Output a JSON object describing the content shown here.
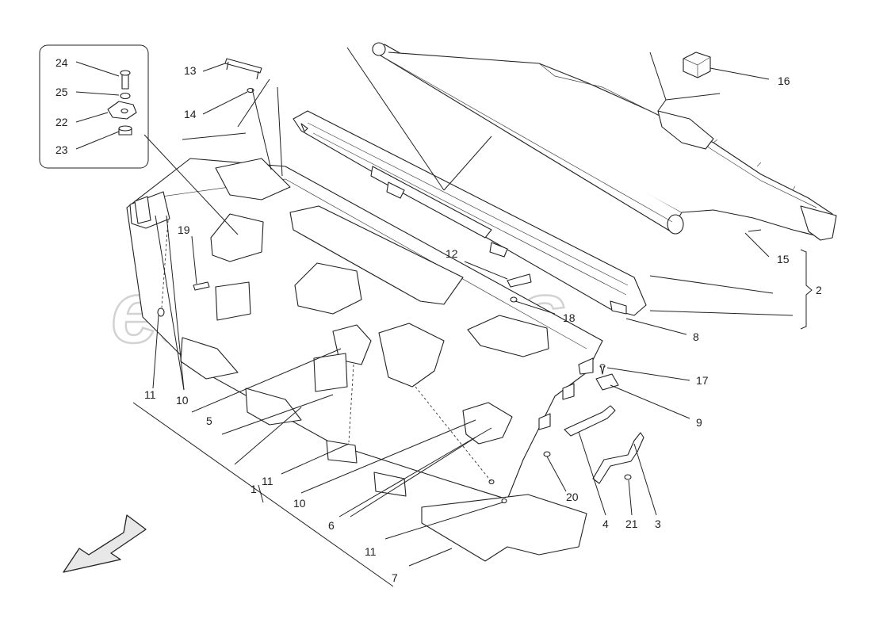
{
  "watermark": "eurospares",
  "callouts": [
    {
      "id": "c24",
      "text": "24"
    },
    {
      "id": "c25",
      "text": "25"
    },
    {
      "id": "c22",
      "text": "22"
    },
    {
      "id": "c23",
      "text": "23"
    },
    {
      "id": "c13",
      "text": "13"
    },
    {
      "id": "c14",
      "text": "14"
    },
    {
      "id": "c16",
      "text": "16"
    },
    {
      "id": "c19",
      "text": "19"
    },
    {
      "id": "c12",
      "text": "12"
    },
    {
      "id": "c18",
      "text": "18"
    },
    {
      "id": "c15",
      "text": "15"
    },
    {
      "id": "c2",
      "text": "2"
    },
    {
      "id": "c8",
      "text": "8"
    },
    {
      "id": "c17",
      "text": "17"
    },
    {
      "id": "c9",
      "text": "9"
    },
    {
      "id": "c11a",
      "text": "11"
    },
    {
      "id": "c10a",
      "text": "10"
    },
    {
      "id": "c5",
      "text": "5"
    },
    {
      "id": "c11b",
      "text": "11"
    },
    {
      "id": "c10b",
      "text": "10"
    },
    {
      "id": "c6",
      "text": "6"
    },
    {
      "id": "c20",
      "text": "20"
    },
    {
      "id": "c4",
      "text": "4"
    },
    {
      "id": "c21",
      "text": "21"
    },
    {
      "id": "c3",
      "text": "3"
    },
    {
      "id": "c1",
      "text": "1"
    },
    {
      "id": "c11c",
      "text": "11"
    },
    {
      "id": "c7",
      "text": "7"
    }
  ]
}
